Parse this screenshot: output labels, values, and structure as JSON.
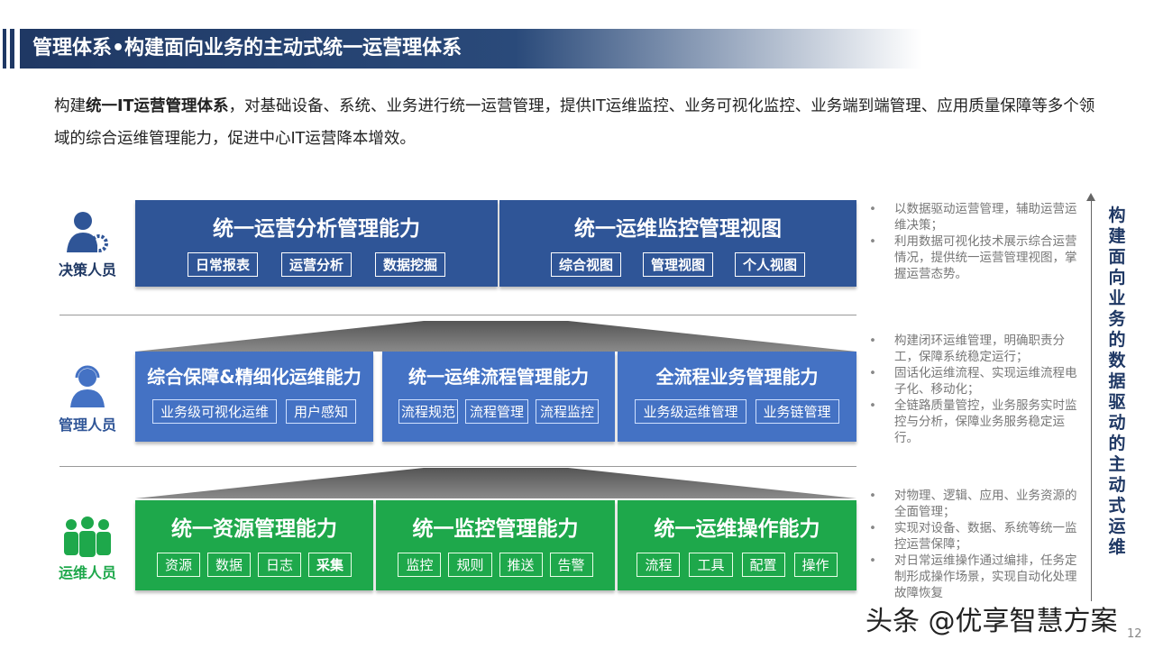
{
  "title": "管理体系•构建面向业务的主动式统一运营理体系",
  "intro": {
    "pre": "构建",
    "bold": "统一IT运营管理体系",
    "post": "，对基础设备、系统、业务进行统一运营管理，提供IT运维监控、业务可视化监控、业务端到端管理、应用质量保障等多个领域的综合运维管理能力，促进中心IT运营降本增效。"
  },
  "roles": [
    "决策人员",
    "管理人员",
    "运维人员"
  ],
  "colors": {
    "row1": "#2f5597",
    "row2": "#4472c4",
    "row3": "#1ea84b",
    "title": "#1f3864"
  },
  "row1": [
    {
      "title": "统一运营分析管理能力",
      "items": [
        "日常报表",
        "运营分析",
        "数据挖掘"
      ]
    },
    {
      "title": "统一运维监控管理视图",
      "items": [
        "综合视图",
        "管理视图",
        "个人视图"
      ]
    }
  ],
  "row2": [
    {
      "title": "综合保障&精细化运维能力",
      "items": [
        "业务级可视化运维",
        "用户感知"
      ]
    },
    {
      "title": "统一运维流程管理能力",
      "items": [
        "流程规范",
        "流程管理",
        "流程监控"
      ]
    },
    {
      "title": "全流程业务管理能力",
      "items": [
        "业务级运维管理",
        "业务链管理"
      ]
    }
  ],
  "row3": [
    {
      "title": "统一资源管理能力",
      "items": [
        "资源",
        "数据",
        "日志",
        "采集"
      ]
    },
    {
      "title": "统一监控管理能力",
      "items": [
        "监控",
        "规则",
        "推送",
        "告警"
      ]
    },
    {
      "title": "统一运维操作能力",
      "items": [
        "流程",
        "工具",
        "配置",
        "操作"
      ]
    }
  ],
  "notes": [
    [
      "以数据驱动运营管理，辅助运营运维决策；",
      "利用数据可视化技术展示综合运营情况，提供统一运营管理视图，掌握运营态势。"
    ],
    [
      "构建闭环运维管理，明确职责分工，保障系统稳定运行；",
      "固话化运维流程、实现运维流程电子化、移动化；",
      "全链路质量管控，业务服务实时监控与分析，保障业务服务稳定运行。"
    ],
    [
      "对物理、逻辑、应用、业务资源的全面管理；",
      "实现对设备、数据、系统等统一监控运营保障；",
      "对日常运维操作通过编排，任务定制形成操作场景，实现自动化处理故障恢复"
    ]
  ],
  "vertical": "构建面向业务的数据驱动的主动式运维",
  "watermark": "头条 @优享智慧方案",
  "page": "12"
}
